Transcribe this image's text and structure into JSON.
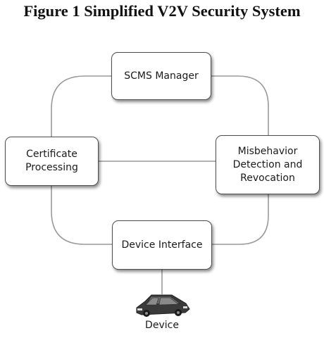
{
  "figure": {
    "title": "Figure 1 Simplified V2V Security System"
  },
  "nodes": {
    "scms_manager": "SCMS Manager",
    "certificate_processing": "Certificate\nProcessing",
    "misbehavior_detection": "Misbehavior\nDetection and\nRevocation",
    "device_interface": "Device Interface"
  },
  "device": {
    "label": "Device",
    "icon": "car-icon"
  },
  "colors": {
    "connector": "#9a9a9a",
    "box_border": "#4f4f4f",
    "car_body": "#3a3a3a"
  }
}
